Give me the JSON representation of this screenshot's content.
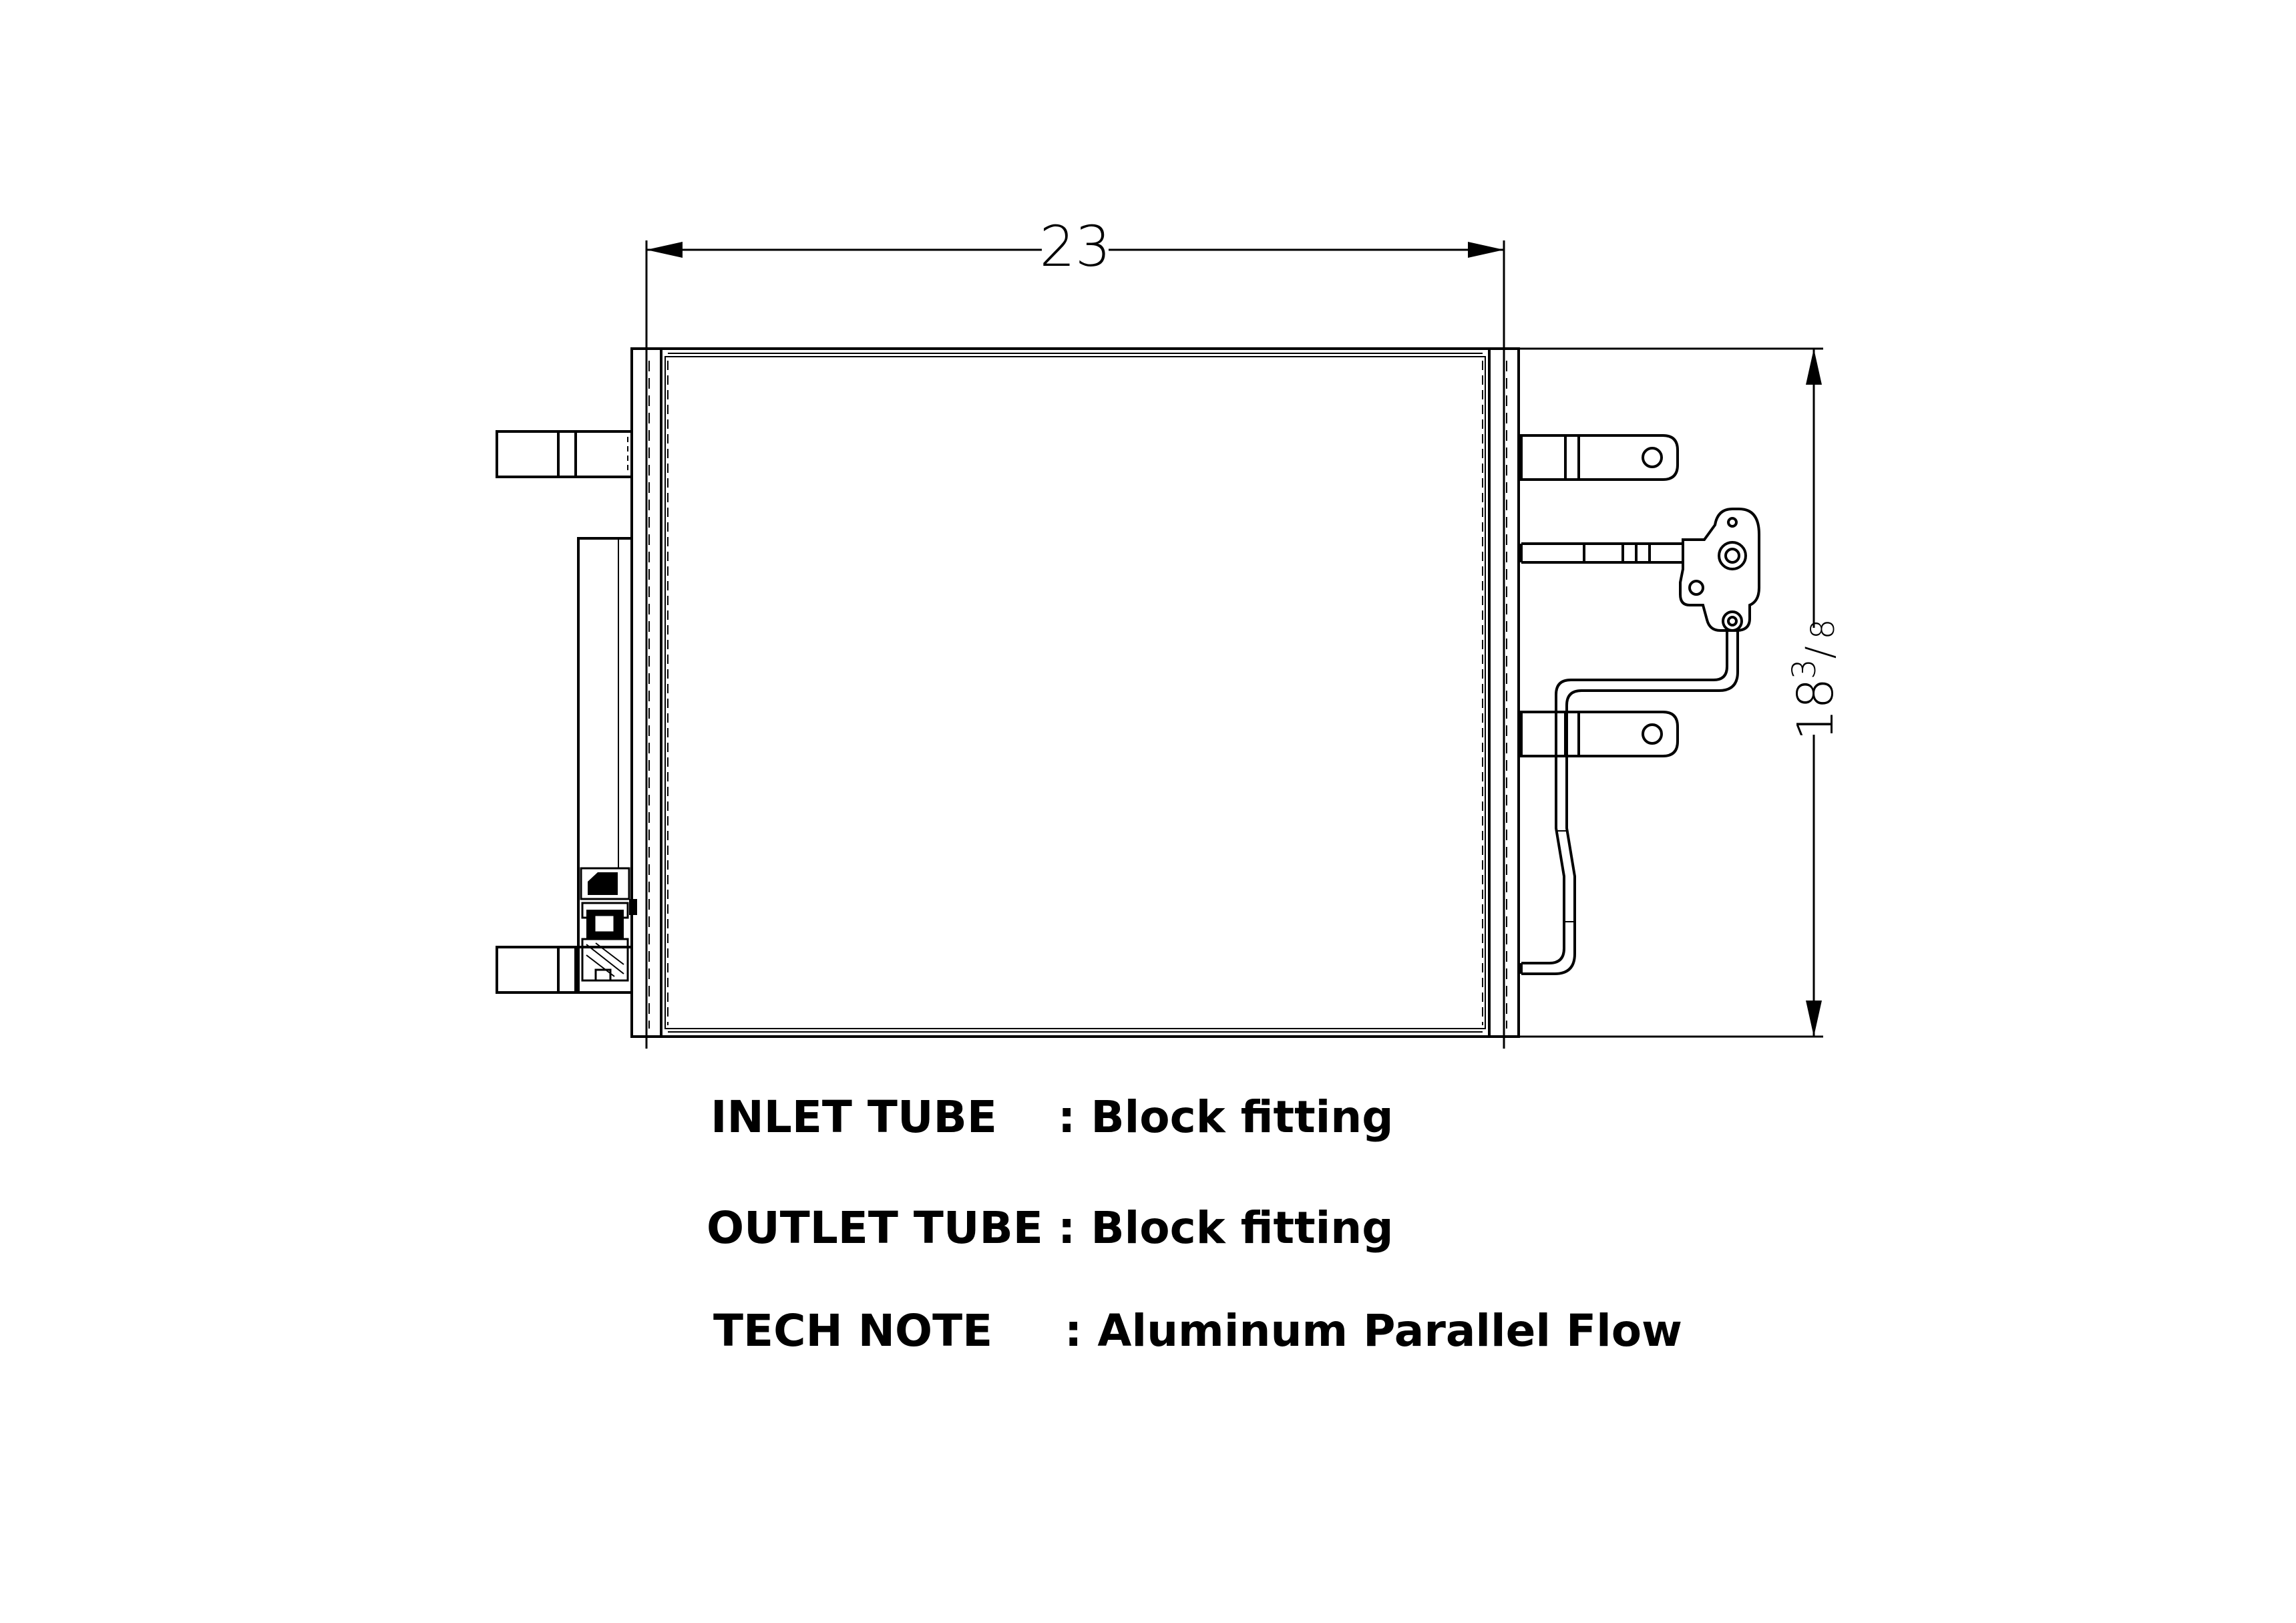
{
  "dimensions": {
    "width": {
      "value": "23"
    },
    "height": {
      "whole": "18",
      "numerator": "3",
      "denominator": "8"
    }
  },
  "specs": [
    {
      "label": "INLET TUBE",
      "value": ": Block fitting"
    },
    {
      "label": "OUTLET TUBE",
      "value": ": Block fitting"
    },
    {
      "label": "TECH NOTE",
      "value": ": Aluminum Parallel Flow"
    }
  ]
}
